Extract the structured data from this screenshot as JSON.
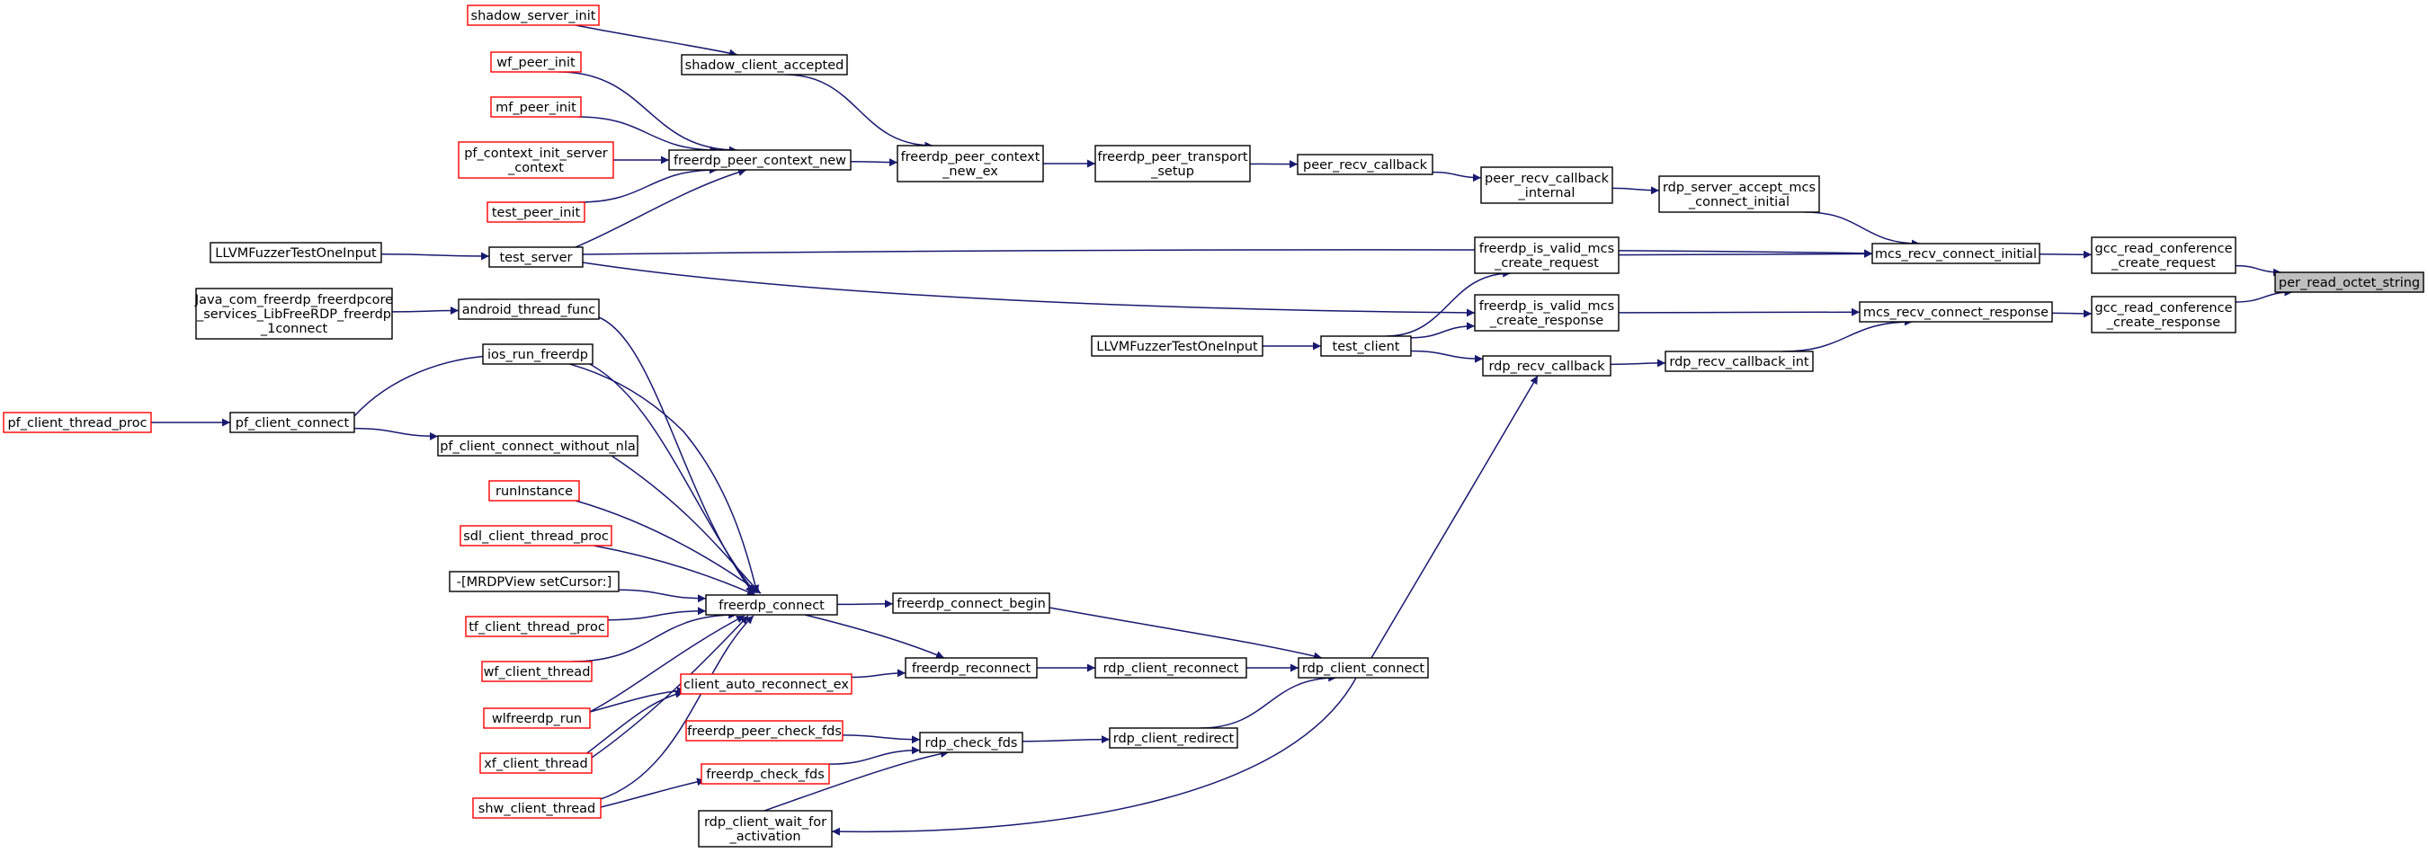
{
  "diagram": {
    "type": "caller-graph",
    "colors": {
      "edge": "#191970",
      "truncated_border": "#ff0000",
      "root_fill": "#bfbfbf"
    },
    "nodes": [
      {
        "id": "per_read_octet_string",
        "lines": [
          "per_read_octet_string"
        ],
        "style": "root"
      },
      {
        "id": "gcc_req",
        "lines": [
          "gcc_read_conference",
          "_create_request"
        ],
        "style": "normal"
      },
      {
        "id": "gcc_resp",
        "lines": [
          "gcc_read_conference",
          "_create_response"
        ],
        "style": "normal"
      },
      {
        "id": "mcs_init",
        "lines": [
          "mcs_recv_connect_initial"
        ],
        "style": "normal"
      },
      {
        "id": "mcs_resp",
        "lines": [
          "mcs_recv_connect_response"
        ],
        "style": "normal"
      },
      {
        "id": "rdp_accept",
        "lines": [
          "rdp_server_accept_mcs",
          "_connect_initial"
        ],
        "style": "normal"
      },
      {
        "id": "valid_req",
        "lines": [
          "freerdp_is_valid_mcs",
          "_create_request"
        ],
        "style": "normal"
      },
      {
        "id": "valid_resp",
        "lines": [
          "freerdp_is_valid_mcs",
          "_create_response"
        ],
        "style": "normal"
      },
      {
        "id": "rdp_recv_int",
        "lines": [
          "rdp_recv_callback_int"
        ],
        "style": "normal"
      },
      {
        "id": "peer_recv_int",
        "lines": [
          "peer_recv_callback",
          "_internal"
        ],
        "style": "normal"
      },
      {
        "id": "rdp_recv",
        "lines": [
          "rdp_recv_callback"
        ],
        "style": "normal"
      },
      {
        "id": "peer_recv",
        "lines": [
          "peer_recv_callback"
        ],
        "style": "normal"
      },
      {
        "id": "test_client",
        "lines": [
          "test_client"
        ],
        "style": "normal"
      },
      {
        "id": "fuzz2",
        "lines": [
          "LLVMFuzzerTestOneInput"
        ],
        "style": "normal"
      },
      {
        "id": "transport_setup",
        "lines": [
          "freerdp_peer_transport",
          "_setup"
        ],
        "style": "normal"
      },
      {
        "id": "ctx_new_ex",
        "lines": [
          "freerdp_peer_context",
          "_new_ex"
        ],
        "style": "normal"
      },
      {
        "id": "shadow_accepted",
        "lines": [
          "shadow_client_accepted"
        ],
        "style": "normal"
      },
      {
        "id": "shadow_server_init",
        "lines": [
          "shadow_server_init"
        ],
        "style": "truncated"
      },
      {
        "id": "ctx_new",
        "lines": [
          "freerdp_peer_context_new"
        ],
        "style": "normal"
      },
      {
        "id": "wf_peer_init",
        "lines": [
          "wf_peer_init"
        ],
        "style": "truncated"
      },
      {
        "id": "mf_peer_init",
        "lines": [
          "mf_peer_init"
        ],
        "style": "truncated"
      },
      {
        "id": "pf_ctx_init",
        "lines": [
          "pf_context_init_server",
          "_context"
        ],
        "style": "truncated"
      },
      {
        "id": "test_peer_init",
        "lines": [
          "test_peer_init"
        ],
        "style": "truncated"
      },
      {
        "id": "test_server",
        "lines": [
          "test_server"
        ],
        "style": "normal"
      },
      {
        "id": "fuzz1",
        "lines": [
          "LLVMFuzzerTestOneInput"
        ],
        "style": "normal"
      },
      {
        "id": "rdp_client_connect",
        "lines": [
          "rdp_client_connect"
        ],
        "style": "normal"
      },
      {
        "id": "rdp_client_reconnect",
        "lines": [
          "rdp_client_reconnect"
        ],
        "style": "normal"
      },
      {
        "id": "rdp_client_redirect",
        "lines": [
          "rdp_client_redirect"
        ],
        "style": "normal"
      },
      {
        "id": "freerdp_connect_begin",
        "lines": [
          "freerdp_connect_begin"
        ],
        "style": "normal"
      },
      {
        "id": "freerdp_reconnect",
        "lines": [
          "freerdp_reconnect"
        ],
        "style": "normal"
      },
      {
        "id": "rdp_check_fds",
        "lines": [
          "rdp_check_fds"
        ],
        "style": "normal"
      },
      {
        "id": "freerdp_connect",
        "lines": [
          "freerdp_connect"
        ],
        "style": "normal"
      },
      {
        "id": "client_auto_reconnect",
        "lines": [
          "client_auto_reconnect_ex"
        ],
        "style": "truncated"
      },
      {
        "id": "peer_check_fds",
        "lines": [
          "freerdp_peer_check_fds"
        ],
        "style": "truncated"
      },
      {
        "id": "check_fds",
        "lines": [
          "freerdp_check_fds"
        ],
        "style": "truncated"
      },
      {
        "id": "wait_activation",
        "lines": [
          "rdp_client_wait_for",
          "_activation"
        ],
        "style": "normal"
      },
      {
        "id": "android_thread",
        "lines": [
          "android_thread_func"
        ],
        "style": "normal"
      },
      {
        "id": "java_connect",
        "lines": [
          "Java_com_freerdp_freerdpcore",
          "_services_LibFreeRDP_freerdp",
          "_1connect"
        ],
        "style": "normal"
      },
      {
        "id": "ios_run",
        "lines": [
          "ios_run_freerdp"
        ],
        "style": "normal"
      },
      {
        "id": "pf_client_connect",
        "lines": [
          "pf_client_connect"
        ],
        "style": "normal"
      },
      {
        "id": "pf_thread_proc",
        "lines": [
          "pf_client_thread_proc"
        ],
        "style": "truncated"
      },
      {
        "id": "pf_without_nla",
        "lines": [
          "pf_client_connect_without_nla"
        ],
        "style": "normal"
      },
      {
        "id": "runInstance",
        "lines": [
          "runInstance"
        ],
        "style": "truncated"
      },
      {
        "id": "sdl_thread",
        "lines": [
          "sdl_client_thread_proc"
        ],
        "style": "truncated"
      },
      {
        "id": "mrdp_cursor",
        "lines": [
          "-[MRDPView setCursor:]"
        ],
        "style": "normal"
      },
      {
        "id": "tf_thread",
        "lines": [
          "tf_client_thread_proc"
        ],
        "style": "truncated"
      },
      {
        "id": "wf_thread",
        "lines": [
          "wf_client_thread"
        ],
        "style": "truncated"
      },
      {
        "id": "wlfreerdp_run",
        "lines": [
          "wlfreerdp_run"
        ],
        "style": "truncated"
      },
      {
        "id": "xf_thread",
        "lines": [
          "xf_client_thread"
        ],
        "style": "truncated"
      },
      {
        "id": "shw_thread",
        "lines": [
          "shw_client_thread"
        ],
        "style": "truncated"
      }
    ],
    "edges": [
      {
        "from": "gcc_req",
        "to": "per_read_octet_string"
      },
      {
        "from": "gcc_resp",
        "to": "per_read_octet_string"
      },
      {
        "from": "mcs_init",
        "to": "gcc_req"
      },
      {
        "from": "mcs_resp",
        "to": "gcc_resp"
      },
      {
        "from": "rdp_accept",
        "to": "mcs_init"
      },
      {
        "from": "valid_req",
        "to": "mcs_init"
      },
      {
        "from": "test_server",
        "to": "mcs_init"
      },
      {
        "from": "valid_resp",
        "to": "mcs_resp"
      },
      {
        "from": "rdp_recv_int",
        "to": "mcs_resp"
      },
      {
        "from": "peer_recv_int",
        "to": "rdp_accept"
      },
      {
        "from": "rdp_recv",
        "to": "rdp_recv_int"
      },
      {
        "from": "peer_recv",
        "to": "peer_recv_int"
      },
      {
        "from": "test_client",
        "to": "valid_req"
      },
      {
        "from": "test_client",
        "to": "valid_resp"
      },
      {
        "from": "test_server",
        "to": "valid_resp"
      },
      {
        "from": "test_client",
        "to": "rdp_recv"
      },
      {
        "from": "rdp_client_connect",
        "to": "rdp_recv"
      },
      {
        "from": "fuzz2",
        "to": "test_client"
      },
      {
        "from": "transport_setup",
        "to": "peer_recv"
      },
      {
        "from": "ctx_new_ex",
        "to": "transport_setup"
      },
      {
        "from": "shadow_accepted",
        "to": "ctx_new_ex"
      },
      {
        "from": "ctx_new",
        "to": "ctx_new_ex"
      },
      {
        "from": "shadow_server_init",
        "to": "shadow_accepted"
      },
      {
        "from": "wf_peer_init",
        "to": "ctx_new"
      },
      {
        "from": "mf_peer_init",
        "to": "ctx_new"
      },
      {
        "from": "pf_ctx_init",
        "to": "ctx_new"
      },
      {
        "from": "test_peer_init",
        "to": "ctx_new"
      },
      {
        "from": "test_server",
        "to": "ctx_new"
      },
      {
        "from": "fuzz1",
        "to": "test_server"
      },
      {
        "from": "freerdp_connect_begin",
        "to": "rdp_client_connect"
      },
      {
        "from": "rdp_client_reconnect",
        "to": "rdp_client_connect"
      },
      {
        "from": "rdp_client_redirect",
        "to": "rdp_client_connect"
      },
      {
        "from": "rdp_client_connect",
        "to": "wait_activation"
      },
      {
        "from": "freerdp_reconnect",
        "to": "rdp_client_reconnect"
      },
      {
        "from": "rdp_check_fds",
        "to": "rdp_client_redirect"
      },
      {
        "from": "freerdp_connect",
        "to": "freerdp_connect_begin"
      },
      {
        "from": "freerdp_connect",
        "to": "freerdp_reconnect"
      },
      {
        "from": "client_auto_reconnect",
        "to": "freerdp_reconnect"
      },
      {
        "from": "peer_check_fds",
        "to": "rdp_check_fds"
      },
      {
        "from": "check_fds",
        "to": "rdp_check_fds"
      },
      {
        "from": "wait_activation",
        "to": "rdp_check_fds"
      },
      {
        "from": "java_connect",
        "to": "android_thread"
      },
      {
        "from": "pf_thread_proc",
        "to": "pf_client_connect"
      },
      {
        "from": "pf_client_connect",
        "to": "pf_without_nla"
      },
      {
        "from": "android_thread",
        "to": "freerdp_connect"
      },
      {
        "from": "ios_run",
        "to": "freerdp_connect"
      },
      {
        "from": "pf_client_connect",
        "to": "freerdp_connect"
      },
      {
        "from": "pf_without_nla",
        "to": "freerdp_connect"
      },
      {
        "from": "runInstance",
        "to": "freerdp_connect"
      },
      {
        "from": "sdl_thread",
        "to": "freerdp_connect"
      },
      {
        "from": "mrdp_cursor",
        "to": "freerdp_connect"
      },
      {
        "from": "tf_thread",
        "to": "freerdp_connect"
      },
      {
        "from": "wf_thread",
        "to": "freerdp_connect"
      },
      {
        "from": "wlfreerdp_run",
        "to": "freerdp_connect"
      },
      {
        "from": "xf_thread",
        "to": "freerdp_connect"
      },
      {
        "from": "shw_thread",
        "to": "freerdp_connect"
      },
      {
        "from": "wlfreerdp_run",
        "to": "client_auto_reconnect"
      },
      {
        "from": "xf_thread",
        "to": "client_auto_reconnect"
      },
      {
        "from": "shw_thread",
        "to": "check_fds"
      }
    ]
  }
}
